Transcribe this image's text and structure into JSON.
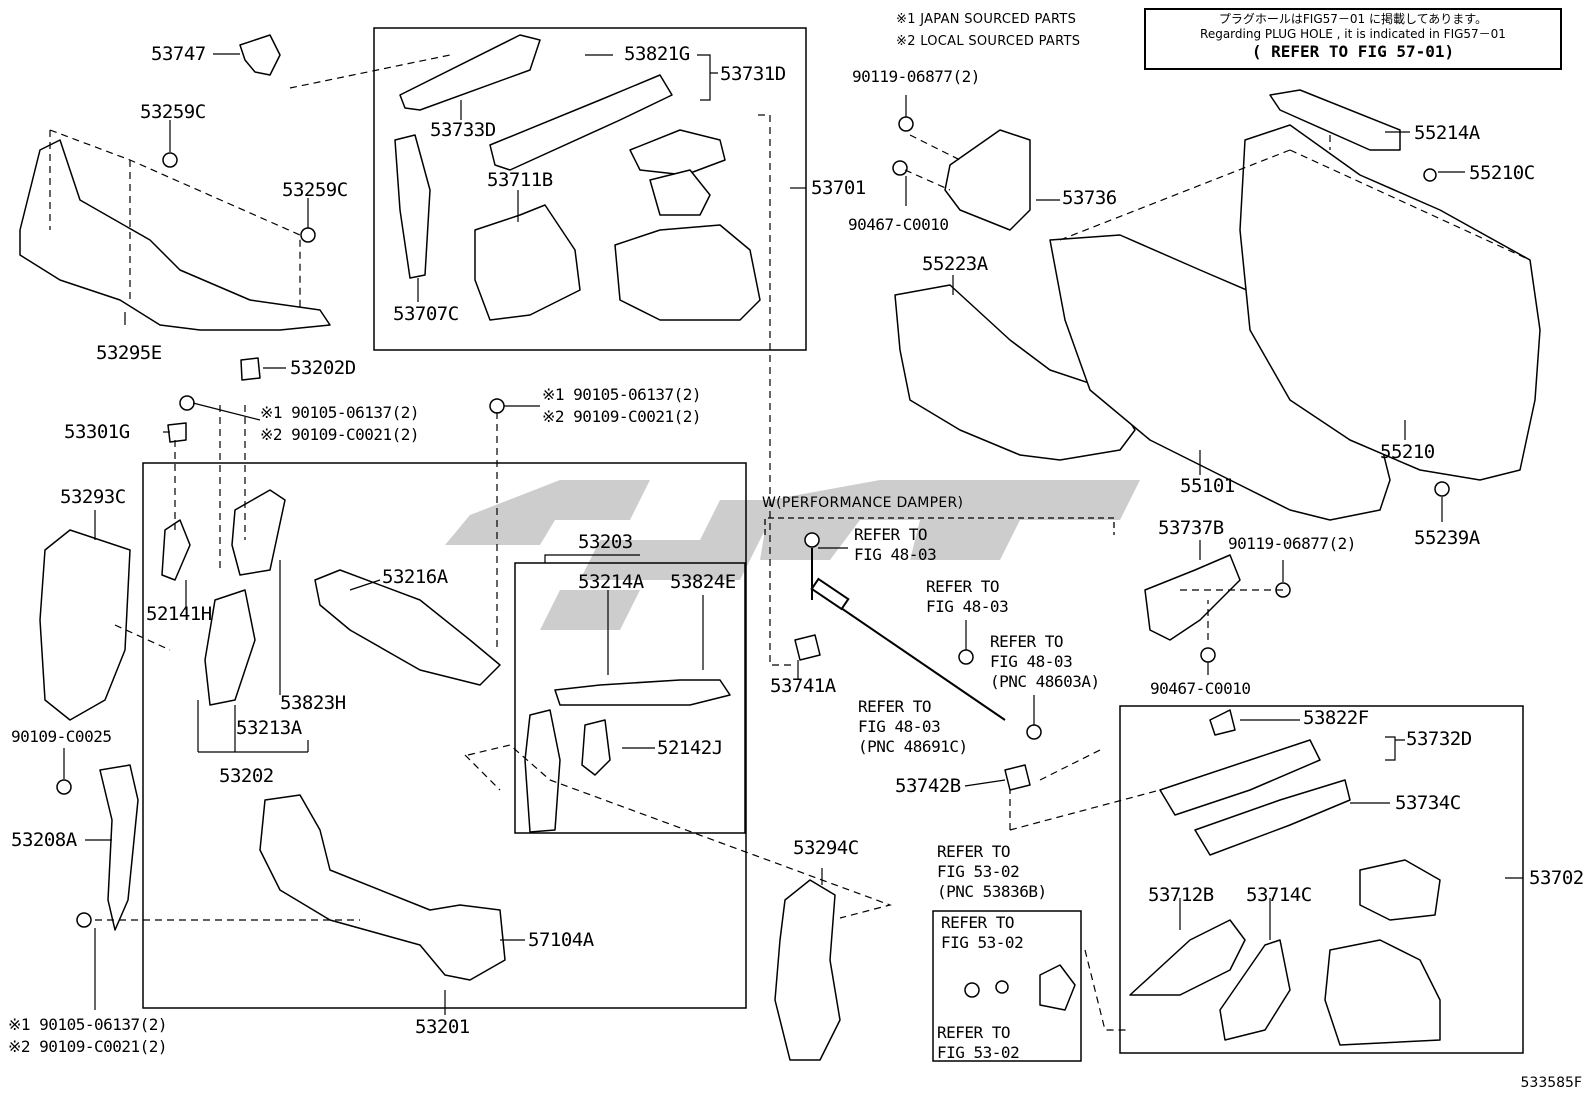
{
  "notes": {
    "japan": "※1 JAPAN SOURCED PARTS",
    "local": "※2 LOCAL SOURCED PARTS"
  },
  "refbox": {
    "line1": "プラグホールはFIG57－01 に掲載してあります。",
    "line2": "Regarding PLUG HOLE , it is indicated in FIG57－01",
    "line3": "( REFER TO FIG 57-01)"
  },
  "damper_label": "W(PERFORMANCE DAMPER)",
  "parts": {
    "p53747": "53747",
    "p53259c_a": "53259C",
    "p53259c_b": "53259C",
    "p53295e": "53295E",
    "p53202d": "53202D",
    "p53301g": "53301G",
    "bolt_left_1": "※1 90105-06137(2)",
    "bolt_left_2": "※2 90109-C0021(2)",
    "bolt_mid_1": "※1 90105-06137(2)",
    "bolt_mid_2": "※2 90109-C0021(2)",
    "p53293c": "53293C",
    "p52141h": "52141H",
    "p53823h": "53823H",
    "p53213a": "53213A",
    "p53202": "53202",
    "p53216a": "53216A",
    "p53203": "53203",
    "p53214a": "53214A",
    "p53824e": "53824E",
    "p52142j": "52142J",
    "p90109c0025": "90109-C0025",
    "p53208a": "53208A",
    "bolt_bot_1": "※1 90105-06137(2)",
    "bolt_bot_2": "※2 90109-C0021(2)",
    "p57104a": "57104A",
    "p53201": "53201",
    "p53294c": "53294C",
    "p53821g": "53821G",
    "p53731d": "53731D",
    "p53733d": "53733D",
    "p53711b": "53711B",
    "p53707c": "53707C",
    "p53701": "53701",
    "p90119_top": "90119-06877(2)",
    "p90467_top": "90467-C0010",
    "p53736": "53736",
    "p55223a": "55223A",
    "p55214a": "55214A",
    "p55210c": "55210C",
    "p55210": "55210",
    "p55101": "55101",
    "p55239a": "55239A",
    "p53737b": "53737B",
    "p90119_mid": "90119-06877(2)",
    "p90467_mid": "90467-C0010",
    "ref_48_1a": "REFER TO",
    "ref_48_1b": "FIG 48-03",
    "ref_48_2a": "REFER TO",
    "ref_48_2b": "FIG 48-03",
    "ref_48_3a": "REFER TO",
    "ref_48_3b": "FIG 48-03",
    "ref_48_3c": "(PNC 48603A)",
    "ref_48_4a": "REFER TO",
    "ref_48_4b": "FIG 48-03",
    "ref_48_4c": "(PNC 48691C)",
    "p53741a": "53741A",
    "p53742b": "53742B",
    "ref_53_1a": "REFER TO",
    "ref_53_1b": "FIG 53-02",
    "ref_53_1c": "(PNC 53836B)",
    "ref_53_2a": "REFER TO",
    "ref_53_2b": "FIG 53-02",
    "ref_53_3a": "REFER TO",
    "ref_53_3b": "FIG 53-02",
    "p53822f": "53822F",
    "p53732d": "53732D",
    "p53734c": "53734C",
    "p53712b": "53712B",
    "p53714c": "53714C",
    "p53702": "53702"
  },
  "figure_code": "533585F"
}
